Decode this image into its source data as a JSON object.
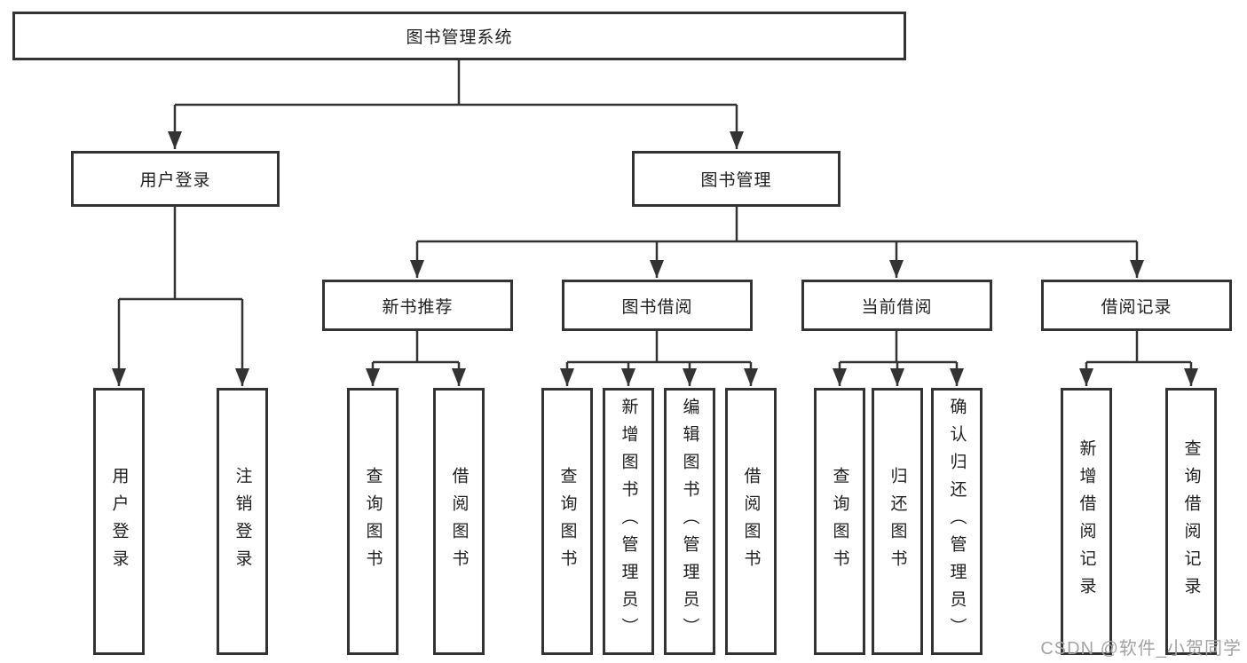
{
  "diagram": {
    "title": "图书管理系统",
    "tree": {
      "root": {
        "label": "图书管理系统"
      },
      "level2": [
        {
          "label": "用户登录",
          "children": [
            {
              "label": "用户登录"
            },
            {
              "label": "注销登录"
            }
          ]
        },
        {
          "label": "图书管理",
          "children": [
            {
              "label": "新书推荐",
              "children": [
                {
                  "label": "查询图书"
                },
                {
                  "label": "借阅图书"
                }
              ]
            },
            {
              "label": "图书借阅",
              "children": [
                {
                  "label": "查询图书"
                },
                {
                  "label": "新增图书（管理员）"
                },
                {
                  "label": "编辑图书（管理员）"
                },
                {
                  "label": "借阅图书"
                }
              ]
            },
            {
              "label": "当前借阅",
              "children": [
                {
                  "label": "查询图书"
                },
                {
                  "label": "归还图书"
                },
                {
                  "label": "确认归还（管理员）"
                }
              ]
            },
            {
              "label": "借阅记录",
              "children": [
                {
                  "label": "新增借阅记录"
                },
                {
                  "label": "查询借阅记录"
                }
              ]
            }
          ]
        }
      ]
    },
    "colors": {
      "line": "#333333",
      "text": "#1f1f1f",
      "box_background": "#ffffff",
      "watermark": "#a3a3a3"
    }
  },
  "watermark": {
    "text": "CSDN @软件_小贺同学"
  }
}
